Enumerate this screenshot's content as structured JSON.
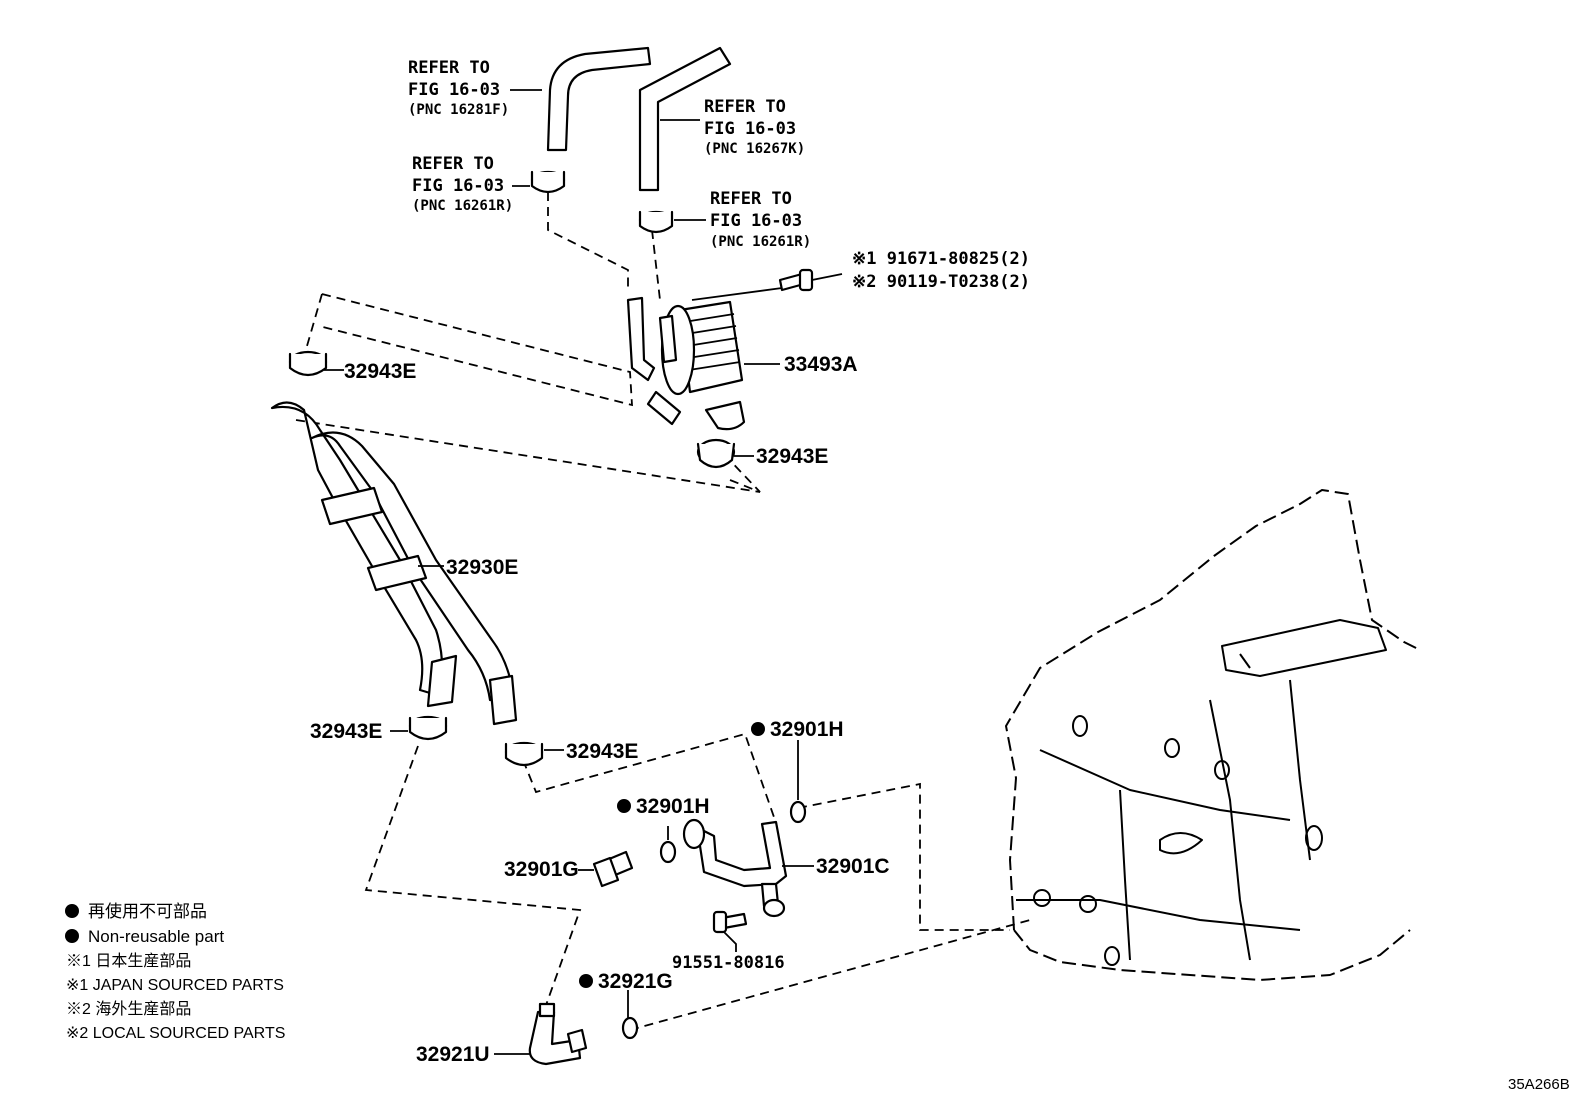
{
  "callouts": {
    "ref_hose_a": {
      "line1": "REFER TO",
      "line2": "FIG 16-03",
      "line3": "(PNC 16281F)"
    },
    "ref_hose_b": {
      "line1": "REFER TO",
      "line2": "FIG 16-03",
      "line3": "(PNC 16267K)"
    },
    "ref_clamp_a": {
      "line1": "REFER TO",
      "line2": "FIG 16-03",
      "line3": "(PNC 16261R)"
    },
    "ref_clamp_b": {
      "line1": "REFER TO",
      "line2": "FIG 16-03",
      "line3": "(PNC 16261R)"
    },
    "bolt_japan": "※1 91671-80825(2)",
    "bolt_local": "※2 90119-T0238(2)",
    "oil_cooler": "33493A",
    "clamp_upper_left": "32943E",
    "clamp_upper_right": "32943E",
    "hose_assy": "32930E",
    "clamp_lower_left": "32943E",
    "clamp_lower_right": "32943E",
    "gasket_upper": "32901H",
    "gasket_lower": "32901H",
    "union_bolt": "32901G",
    "pipe": "32901C",
    "flange_bolt": "91551-80816",
    "gasket_union": "32921G",
    "union": "32921U"
  },
  "legend": {
    "non_reusable_jp": "再使用不可部品",
    "non_reusable_en": "Non-reusable part",
    "japan_jp": "※1 日本生産部品",
    "japan_en": "※1 JAPAN SOURCED PARTS",
    "local_jp": "※2 海外生産部品",
    "local_en": "※2 LOCAL SOURCED PARTS"
  },
  "illustration_code": "35A266B"
}
